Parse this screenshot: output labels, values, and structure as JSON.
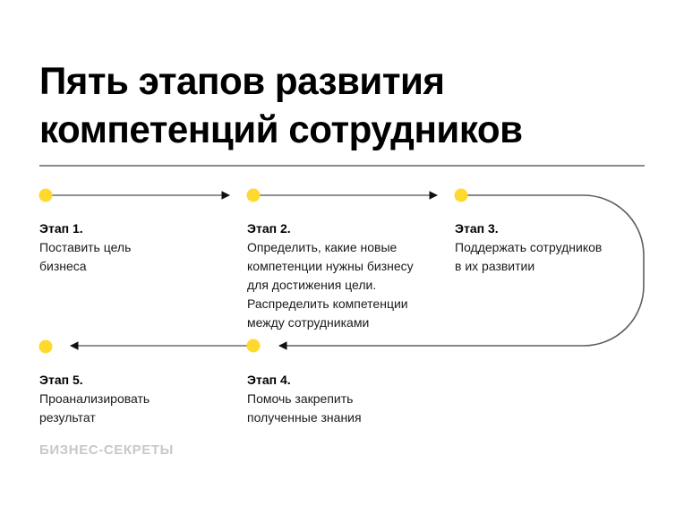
{
  "title": {
    "line1": "Пять этапов развития",
    "line2": "компетенций сотрудников"
  },
  "steps": [
    {
      "label": "Этап 1.",
      "text": "Поставить цель\nбизнеса"
    },
    {
      "label": "Этап 2.",
      "text": "Определить, какие новые\nкомпетенции нужны бизнесу\nдля достижения цели.\nРаспределить компетенции\nмежду сотрудниками"
    },
    {
      "label": "Этап 3.",
      "text": "Поддержать сотрудников\nв их развитии"
    },
    {
      "label": "Этап 4.",
      "text": "Помочь закрепить\nполученные знания"
    },
    {
      "label": "Этап 5.",
      "text": "Проанализировать\nрезультат"
    }
  ],
  "brand": "БИЗНЕС-СЕКРЕТЫ",
  "colors": {
    "accent": "#FFD92E",
    "line": "#6e6e6e",
    "divider": "#8a8a8a",
    "brand": "#c8c8c8"
  }
}
